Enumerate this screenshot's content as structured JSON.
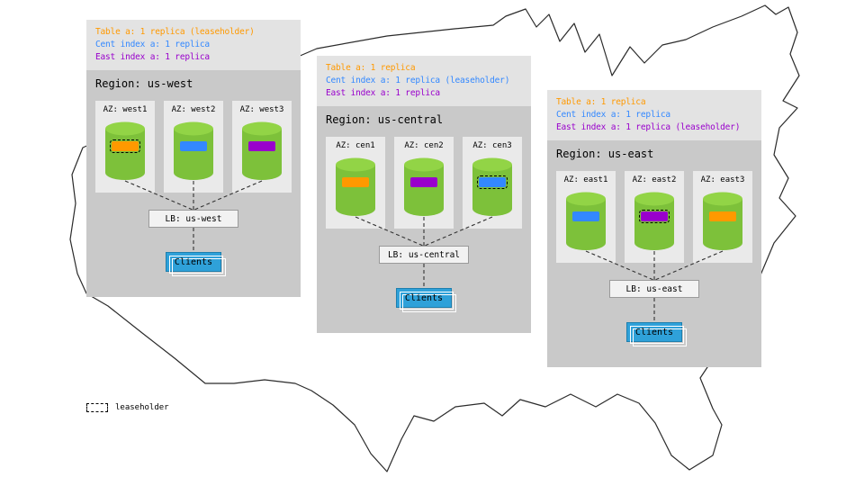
{
  "legend": {
    "label": "leaseholder"
  },
  "colors": {
    "table_orange": "#ff9900",
    "cent_blue": "#3388ff",
    "east_purple": "#9900cc",
    "clients_blue": "#2fa1d9",
    "cylinder_body": "#7dc13a",
    "cylinder_top": "#92d446"
  },
  "regions": [
    {
      "title": "Region: us-west",
      "annotations": [
        {
          "text": "Table a: 1 replica (leaseholder)",
          "color": "#ff9900"
        },
        {
          "text": "Cent index a: 1 replica",
          "color": "#3388ff"
        },
        {
          "text": "East index a: 1 replica",
          "color": "#9900cc"
        }
      ],
      "azs": [
        {
          "label": "AZ: west1",
          "chip_color": "#ff9900",
          "leaseholder": true
        },
        {
          "label": "AZ: west2",
          "chip_color": "#3388ff",
          "leaseholder": false
        },
        {
          "label": "AZ: west3",
          "chip_color": "#9900cc",
          "leaseholder": false
        }
      ],
      "lb_label": "LB: us-west",
      "clients_label": "Clients"
    },
    {
      "title": "Region: us-central",
      "annotations": [
        {
          "text": "Table a: 1 replica",
          "color": "#ff9900"
        },
        {
          "text": "Cent index a: 1 replica (leaseholder)",
          "color": "#3388ff"
        },
        {
          "text": "East index a: 1 replica",
          "color": "#9900cc"
        }
      ],
      "azs": [
        {
          "label": "AZ: cen1",
          "chip_color": "#ff9900",
          "leaseholder": false
        },
        {
          "label": "AZ: cen2",
          "chip_color": "#9900cc",
          "leaseholder": false
        },
        {
          "label": "AZ: cen3",
          "chip_color": "#3388ff",
          "leaseholder": true
        }
      ],
      "lb_label": "LB: us-central",
      "clients_label": "Clients"
    },
    {
      "title": "Region: us-east",
      "annotations": [
        {
          "text": "Table a: 1 replica",
          "color": "#ff9900"
        },
        {
          "text": "Cent index a: 1 replica",
          "color": "#3388ff"
        },
        {
          "text": "East index a: 1 replica (leaseholder)",
          "color": "#9900cc"
        }
      ],
      "azs": [
        {
          "label": "AZ: east1",
          "chip_color": "#3388ff",
          "leaseholder": false
        },
        {
          "label": "AZ: east2",
          "chip_color": "#9900cc",
          "leaseholder": true
        },
        {
          "label": "AZ: east3",
          "chip_color": "#ff9900",
          "leaseholder": false
        }
      ],
      "lb_label": "LB: us-east",
      "clients_label": "Clients"
    }
  ]
}
